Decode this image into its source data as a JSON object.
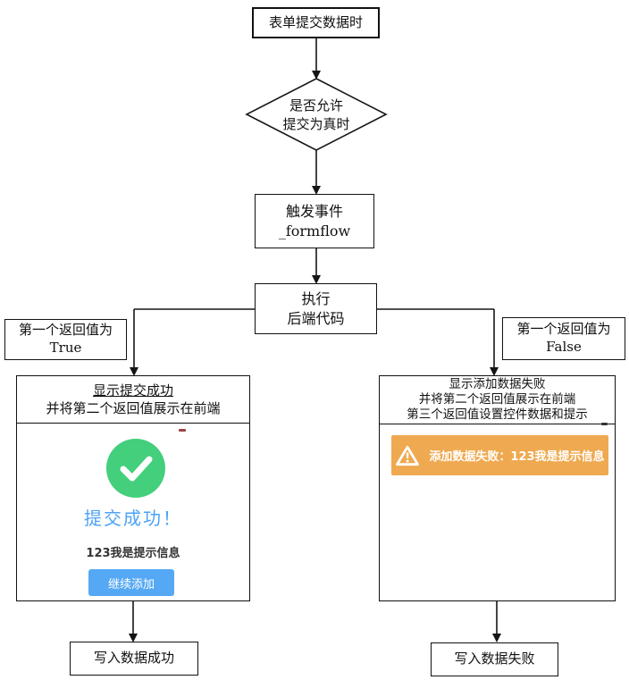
{
  "flowchart": {
    "nodes": {
      "start": {
        "label": "表单提交数据时"
      },
      "decision": {
        "line1": "是否允许",
        "line2": "提交为真时"
      },
      "trigger": {
        "line1": "触发事件",
        "line2": "_formflow"
      },
      "execute": {
        "line1": "执行",
        "line2": "后端代码"
      },
      "branch_true": {
        "line1": "第一个返回值为",
        "line2": "True"
      },
      "branch_false": {
        "line1": "第一个返回值为",
        "line2": "False"
      },
      "success_panel": {
        "header_line1": "显示提交成功",
        "header_line2": "并将第二个返回值展示在前端"
      },
      "fail_panel": {
        "header_line1": "显示添加数据失败",
        "header_line2": "并将第二个返回值展示在前端",
        "header_line3": "第三个返回值设置控件数据和提示"
      },
      "end_success": {
        "label": "写入数据成功"
      },
      "end_fail": {
        "label": "写入数据失败"
      }
    }
  },
  "success_preview": {
    "icon": "check-circle-icon",
    "title": "提交成功！",
    "message": "123我是提示信息",
    "button_label": "继续添加",
    "circle_color": "#43cf7c",
    "title_color": "#4da3f6",
    "button_color": "#55a8f4"
  },
  "fail_preview": {
    "icon": "warning-triangle-icon",
    "banner_text": "添加数据失败：123我是提示信息",
    "banner_color": "#efa950",
    "text_color": "#ffffff"
  }
}
